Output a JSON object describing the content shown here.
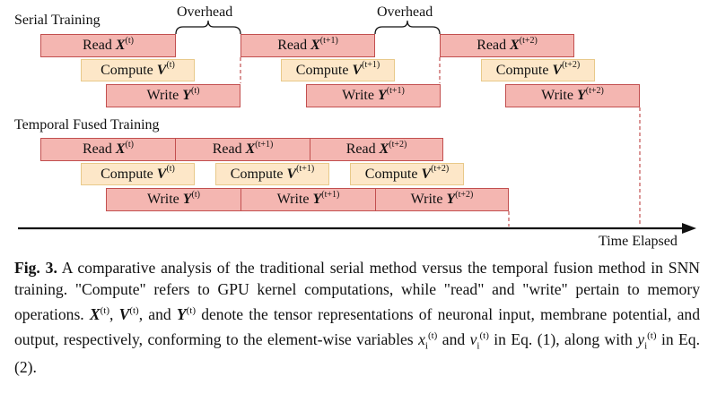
{
  "diagram": {
    "serial_label": "Serial Training",
    "fused_label": "Temporal Fused Training",
    "overhead_label": "Overhead",
    "time_label": "Time Elapsed",
    "verbs": {
      "read": "Read",
      "compute": "Compute",
      "write": "Write"
    },
    "symbols": {
      "read": "X",
      "compute": "V",
      "write": "Y"
    },
    "steps": [
      "(t)",
      "(t+1)",
      "(t+2)"
    ]
  },
  "caption": {
    "label": "Fig. 3.",
    "text_1": "A comparative analysis of the traditional serial method versus the temporal fusion method in SNN training. \"Compute\" refers to GPU kernel computations, while \"read\" and \"write\" pertain to memory operations.",
    "sym_x": "X",
    "sym_v": "V",
    "sym_y": "Y",
    "sup_t": "(t)",
    "sep_1": ",",
    "sep_2": ", and",
    "text_2": "denote the tensor representations of neuronal input, membrane potential, and output, respectively, conforming to the element-wise variables",
    "var_x": "x",
    "var_v": "v",
    "var_y": "y",
    "sub_i": "i",
    "and_word": "and",
    "text_3": "in Eq. (1), along with",
    "text_4": "in Eq. (2)."
  },
  "colors": {
    "read_write_fill": "#f4b6b1",
    "read_write_border": "#c24f4f",
    "compute_fill": "#fde7c8",
    "compute_border": "#e8c98a",
    "dashed_line": "#c24f4f"
  }
}
